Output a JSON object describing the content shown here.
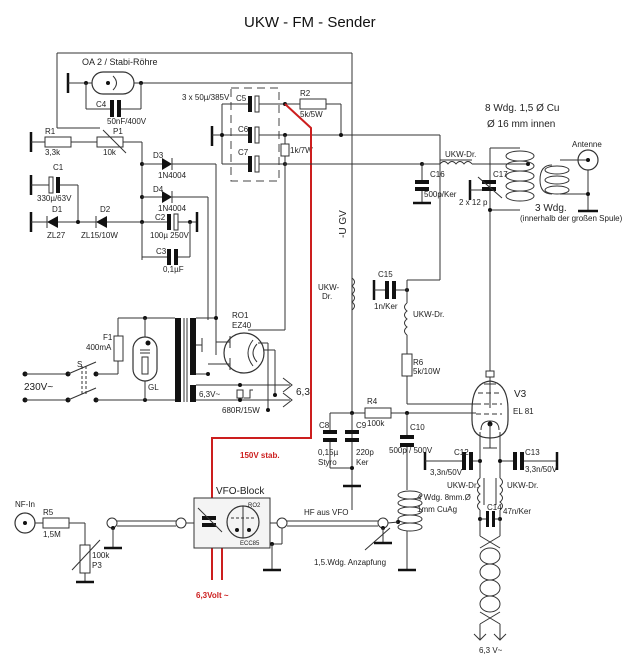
{
  "title": "UKW - FM - Sender",
  "colors": {
    "wire": "#333333",
    "stab_line": "#cc1e1e",
    "background": "#ffffff"
  },
  "labels": {
    "oa2": "OA 2 / Stabi-Röhre",
    "c4_name": "C4",
    "c4_value": "50nF/400V",
    "c567_value": "3 x 50µ/385V",
    "c5": "C5",
    "c6": "C6",
    "c7": "C7",
    "r2_name": "R2",
    "r2_value": "5k/5W",
    "r_1k": "1k/7W",
    "r1_name": "R1",
    "r1_value": "3,3k",
    "p1_name": "P1",
    "p1_value": "10k",
    "d3_name": "D3",
    "d3_type": "1N4004",
    "d4_name": "D4",
    "d4_type": "1N4004",
    "c1_name": "C1",
    "c1_value": "330µ/63V",
    "d1_name": "D1",
    "d1_type": "ZL27",
    "d2_name": "D2",
    "d2_type": "ZL15/10W",
    "c2_name": "C2",
    "c2_value": "100µ 250V",
    "c3_name": "C3",
    "c3_value": "0,1µF",
    "coil_info1": "8 Wdg. 1,5 Ø Cu",
    "coil_info2": "Ø 16 mm innen",
    "antenne": "Antenne",
    "ukw_dr": "UKW-Dr.",
    "c16_name": "C16",
    "c16_value": "500p/Ker",
    "c17_name": "C17",
    "c17_value": "2 x 12 p",
    "coupling_turns": "3 Wdg.",
    "coupling_note": "(innerhalb der großen Spule)",
    "ugv": "-U GV",
    "ukw_dr_left1": "UKW-",
    "ukw_dr_left2": "Dr.",
    "c15_name": "C15",
    "c15_value": "1n/Ker",
    "ukw_dr_mid": "UKW-Dr.",
    "r6_name": "R6",
    "r6_value": "5k/10W",
    "f1_name": "F1",
    "f1_value": "400mA",
    "switch": "S",
    "mains": "230V~",
    "glow_lamp": "GL",
    "ro1_name": "RO1",
    "ro1_type": "EZ40",
    "heater_secondary": "6,3V~",
    "r_680": "680R/15W",
    "heater_out": "6,3",
    "v3_name": "V3",
    "v3_type": "EL 81",
    "r4_name": "R4",
    "r4_value": "100k",
    "c8_name": "C8",
    "c8_value1": "0,15µ",
    "c8_value2": "Styro",
    "c9_name": "C9",
    "c9_value1": "220p",
    "c9_value2": "Ker",
    "c10_name": "C10",
    "c10_value": "500p / 500V",
    "c12_name": "C12",
    "c12_value": "3,3n/50V",
    "c13_name": "C13",
    "c13_value": "3,3n/50V",
    "stab_150": "150V stab.",
    "nf_in": "NF-In",
    "r5_name": "R5",
    "r5_value": "1,5M",
    "p3_value": "100k",
    "p3_name": "P3",
    "vfo_block": "VFO-Block",
    "ro2": "RO2",
    "ecc85": "ECC85",
    "hf_vfo": "HF aus VFO",
    "tank_info1": "4 Wdg. 8mm.Ø",
    "tank_info2": "1mm CuAg",
    "tap": "1,5.Wdg. Anzapfung",
    "heater_6v3": "6,3Volt ~",
    "ukw_dr_l": "UKW-Dr.",
    "ukw_dr_r": "UKW-Dr.",
    "c14_name": "C14",
    "c14_value": "47n/Ker",
    "filament_in": "6,3 V~"
  }
}
